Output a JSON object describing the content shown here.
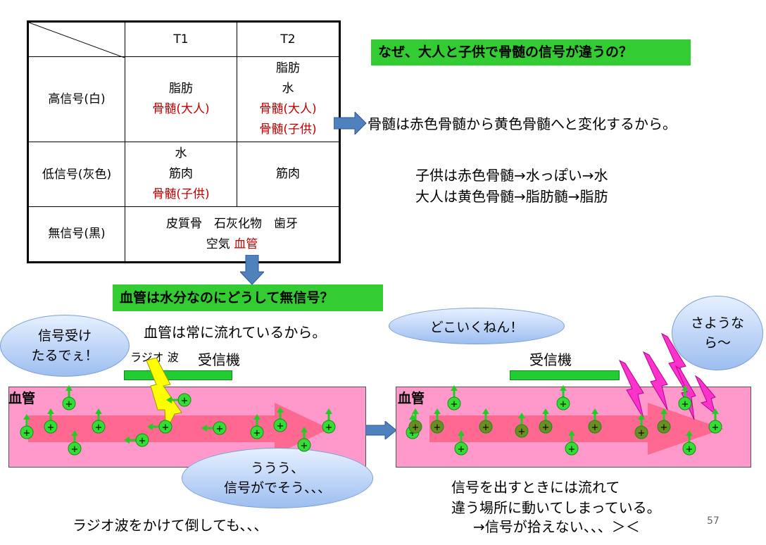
{
  "table": {
    "headers": [
      "T1",
      "T2"
    ],
    "rows": [
      {
        "label": "高信号(白)",
        "t1": [
          "脂肪",
          "骨髄(大人)"
        ],
        "t1_red": [
          false,
          true
        ],
        "t2": [
          "脂肪",
          "水",
          "骨髄(大人)",
          "骨髄(子供)"
        ],
        "t2_red": [
          false,
          false,
          true,
          true
        ]
      },
      {
        "label": "低信号(灰色)",
        "t1": [
          "水",
          "筋肉",
          "骨髄(子供)"
        ],
        "t1_red": [
          false,
          false,
          true
        ],
        "t2": [
          "筋肉"
        ],
        "t2_red": [
          false
        ]
      },
      {
        "label": "無信号(黒)",
        "both_line1": "皮質骨　石灰化物　歯牙",
        "both_line2_a": "空気",
        "both_line2_b": "血管"
      }
    ]
  },
  "question1": "なぜ、大人と子供で骨髄の信号が違うの？",
  "answer1": "骨髄は赤色骨髄から黄色骨髄へと変化するから。",
  "child_line": "子供は赤色骨髄→水っぽい→水",
  "adult_line": "大人は黄色骨髄→脂肪髄→脂肪",
  "question2": "血管は水分なのにどうして無信号？",
  "answer2": "血管は常に流れているから。",
  "left_panel": {
    "bubble": "信号受け\nたるでぇ！",
    "radio_label": "ラジオ 波",
    "receiver_label": "受信機",
    "vessel_label": "血管",
    "bubble2": "ううう、\n信号がでそう、、、",
    "caption": "ラジオ波をかけて倒しても、、、"
  },
  "right_panel": {
    "bubble": "どこいくねん！",
    "bubble2": "さようなら〜",
    "receiver_label": "受信機",
    "vessel_label": "血管",
    "caption_line1": "信号を出すときには流れて",
    "caption_line2": "違う場所に動いてしまっている。",
    "caption_line3": "→信号が拾えない、、、＞＜"
  },
  "page_number": "57",
  "colors": {
    "green": "#33cc33",
    "pink": "#ff99cc",
    "arrow_blue": "#4f81bd",
    "red_text": "#c00000",
    "magenta": "#ff33cc",
    "yellow": "#ffff00"
  }
}
